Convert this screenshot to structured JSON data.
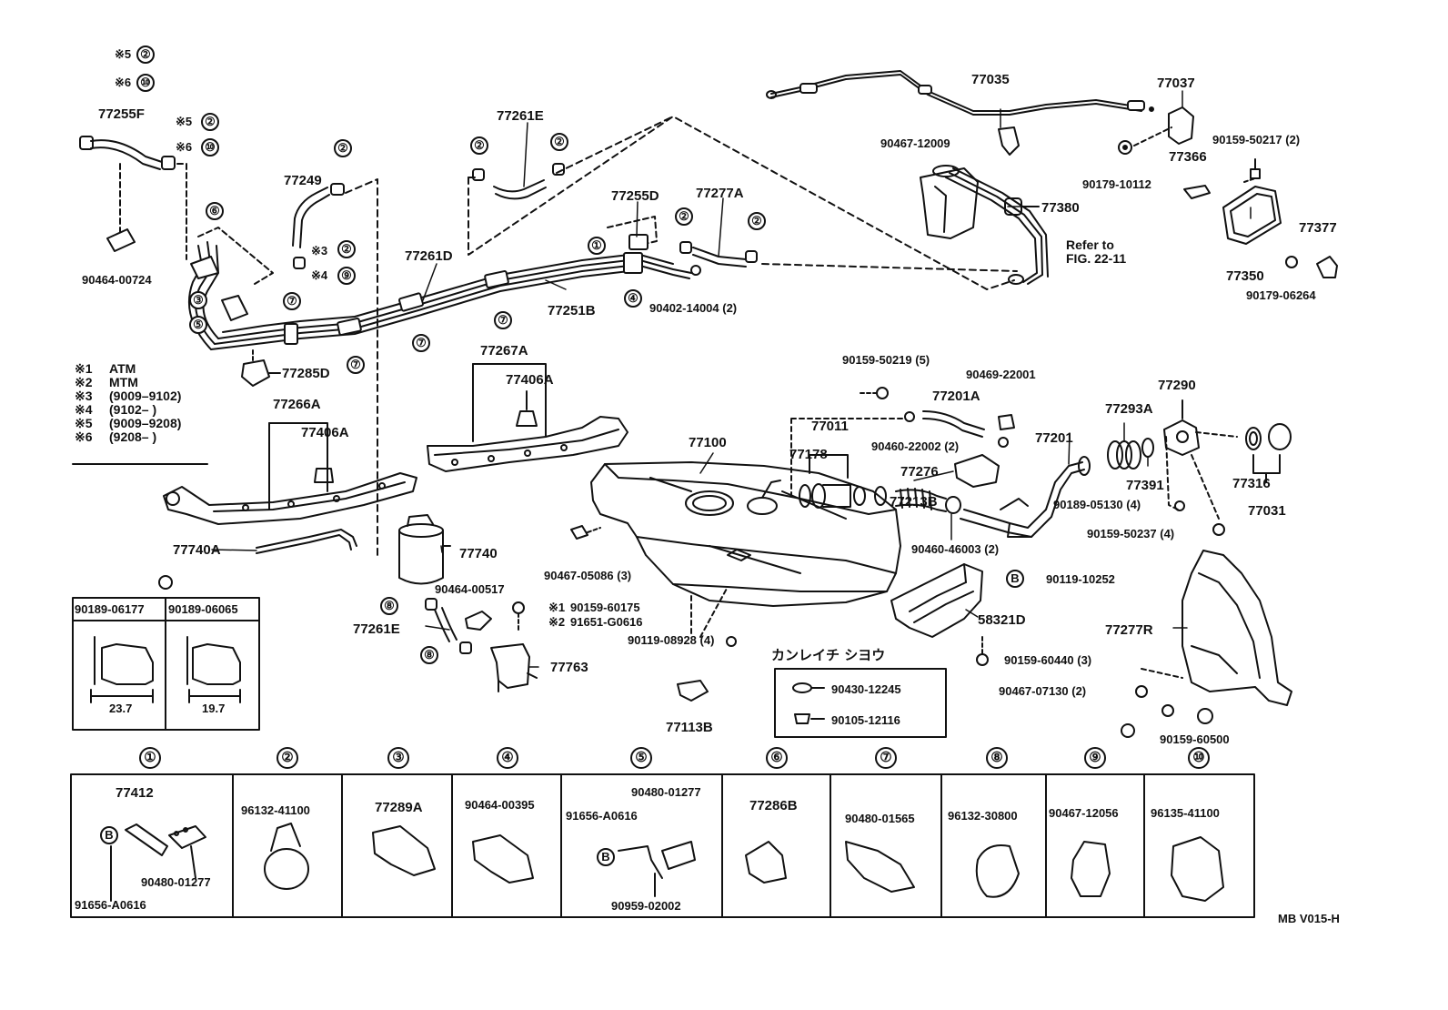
{
  "diagram_id": "MB V015-H",
  "refer_to": "Refer to\nFIG. 22-11",
  "kanreichi_title": "カンレイチ シヨウ",
  "legend": [
    {
      "mark": "※1",
      "text": "ATM"
    },
    {
      "mark": "※2",
      "text": "MTM"
    },
    {
      "mark": "※3",
      "text": "(9009–9102)"
    },
    {
      "mark": "※4",
      "text": "(9102–      )"
    },
    {
      "mark": "※5",
      "text": "(9009–9208)"
    },
    {
      "mark": "※6",
      "text": "(9208–      )"
    }
  ],
  "labels": [
    {
      "id": "l1",
      "text": "77035"
    },
    {
      "id": "l2",
      "text": "77037"
    },
    {
      "id": "l3",
      "text": "90467-12009"
    },
    {
      "id": "l4",
      "text": "90159-50217 (2)"
    },
    {
      "id": "l5",
      "text": "90179-10112"
    },
    {
      "id": "l6",
      "text": "77366"
    },
    {
      "id": "l7",
      "text": "77380"
    },
    {
      "id": "l8",
      "text": "77377"
    },
    {
      "id": "l9",
      "text": "77350"
    },
    {
      "id": "l10",
      "text": "90179-06264"
    },
    {
      "id": "l11",
      "text": "77255F"
    },
    {
      "id": "l12",
      "text": "77261E"
    },
    {
      "id": "l13",
      "text": "77249"
    },
    {
      "id": "l14",
      "text": "77255D"
    },
    {
      "id": "l15",
      "text": "77277A"
    },
    {
      "id": "l16",
      "text": "90464-00724"
    },
    {
      "id": "l17",
      "text": "77261D"
    },
    {
      "id": "l18",
      "text": "77251B"
    },
    {
      "id": "l19",
      "text": "90402-14004 (2)"
    },
    {
      "id": "l20",
      "text": "77285D"
    },
    {
      "id": "l21",
      "text": "77267A"
    },
    {
      "id": "l22",
      "text": "77406A"
    },
    {
      "id": "l23",
      "text": "77266A"
    },
    {
      "id": "l24",
      "text": "77406A"
    },
    {
      "id": "l25",
      "text": "77740A"
    },
    {
      "id": "l26",
      "text": "77740"
    },
    {
      "id": "l27",
      "text": "90464-00517"
    },
    {
      "id": "l28",
      "text": "90159-60175"
    },
    {
      "id": "l29",
      "text": "91651-G0616"
    },
    {
      "id": "l30",
      "text": "77261E"
    },
    {
      "id": "l31",
      "text": "77763"
    },
    {
      "id": "l32",
      "text": "90189-06177"
    },
    {
      "id": "l33",
      "text": "90189-06065"
    },
    {
      "id": "l34",
      "text": "23.7"
    },
    {
      "id": "l35",
      "text": "19.7"
    },
    {
      "id": "l36",
      "text": "90159-50219 (5)"
    },
    {
      "id": "l37",
      "text": "90469-22001"
    },
    {
      "id": "l38",
      "text": "77201A"
    },
    {
      "id": "l39",
      "text": "77011"
    },
    {
      "id": "l40",
      "text": "77178"
    },
    {
      "id": "l41",
      "text": "90460-22002 (2)"
    },
    {
      "id": "l42",
      "text": "77100"
    },
    {
      "id": "l43",
      "text": "77201"
    },
    {
      "id": "l44",
      "text": "77293A"
    },
    {
      "id": "l45",
      "text": "77290"
    },
    {
      "id": "l46",
      "text": "77276"
    },
    {
      "id": "l47",
      "text": "77213B"
    },
    {
      "id": "l48",
      "text": "77391"
    },
    {
      "id": "l49",
      "text": "90189-05130 (4)"
    },
    {
      "id": "l50",
      "text": "77316"
    },
    {
      "id": "l51",
      "text": "77031"
    },
    {
      "id": "l52",
      "text": "90159-50237 (4)"
    },
    {
      "id": "l53",
      "text": "90460-46003 (2)"
    },
    {
      "id": "l54",
      "text": "90467-05086 (3)"
    },
    {
      "id": "l55",
      "text": "90119-10252"
    },
    {
      "id": "l56",
      "text": "58321D"
    },
    {
      "id": "l57",
      "text": "90119-08928 (4)"
    },
    {
      "id": "l58",
      "text": "90159-60440 (3)"
    },
    {
      "id": "l59",
      "text": "77277R"
    },
    {
      "id": "l60",
      "text": "90430-12245"
    },
    {
      "id": "l61",
      "text": "90105-12116"
    },
    {
      "id": "l62",
      "text": "77113B"
    },
    {
      "id": "l63",
      "text": "90467-07130 (2)"
    },
    {
      "id": "l64",
      "text": "90159-60500"
    },
    {
      "id": "l65",
      "text": "77412"
    },
    {
      "id": "l66",
      "text": "96132-41100"
    },
    {
      "id": "l67",
      "text": "77289A"
    },
    {
      "id": "l68",
      "text": "90464-00395"
    },
    {
      "id": "l69",
      "text": "90480-01277"
    },
    {
      "id": "l70",
      "text": "91656-A0616"
    },
    {
      "id": "l71",
      "text": "77286B"
    },
    {
      "id": "l72",
      "text": "90480-01565"
    },
    {
      "id": "l73",
      "text": "96132-30800"
    },
    {
      "id": "l74",
      "text": "90467-12056"
    },
    {
      "id": "l75",
      "text": "96135-41100"
    },
    {
      "id": "l76",
      "text": "90480-01277"
    },
    {
      "id": "l77",
      "text": "91656-A0616"
    },
    {
      "id": "l78",
      "text": "90959-02002"
    },
    {
      "id": "l79",
      "text": "※5"
    },
    {
      "id": "l80",
      "text": "※6"
    },
    {
      "id": "l81",
      "text": "※5"
    },
    {
      "id": "l82",
      "text": "※6"
    },
    {
      "id": "l83",
      "text": "※3"
    },
    {
      "id": "l84",
      "text": "※4"
    },
    {
      "id": "l85",
      "text": "※1"
    },
    {
      "id": "l86",
      "text": "※2"
    }
  ],
  "callouts": [
    {
      "id": "c1",
      "n": "②"
    },
    {
      "id": "c2",
      "n": "⑩"
    },
    {
      "id": "c3",
      "n": "②"
    },
    {
      "id": "c4",
      "n": "⑩"
    },
    {
      "id": "c5",
      "n": "②"
    },
    {
      "id": "c6",
      "n": "②"
    },
    {
      "id": "c7",
      "n": "②"
    },
    {
      "id": "c8",
      "n": "②"
    },
    {
      "id": "c9",
      "n": "⑥"
    },
    {
      "id": "c10",
      "n": "②"
    },
    {
      "id": "c11",
      "n": "⑨"
    },
    {
      "id": "c12",
      "n": "③"
    },
    {
      "id": "c13",
      "n": "⑤"
    },
    {
      "id": "c14",
      "n": "⑦"
    },
    {
      "id": "c15",
      "n": "⑦"
    },
    {
      "id": "c16",
      "n": "⑦"
    },
    {
      "id": "c17",
      "n": "⑦"
    },
    {
      "id": "c18",
      "n": "①"
    },
    {
      "id": "c19",
      "n": "④"
    },
    {
      "id": "c20",
      "n": "②"
    },
    {
      "id": "c21",
      "n": "②"
    },
    {
      "id": "c22",
      "n": "⑧"
    },
    {
      "id": "c23",
      "n": "⑧"
    },
    {
      "id": "c24",
      "n": "B"
    },
    {
      "id": "c25",
      "n": "B"
    },
    {
      "id": "c26",
      "n": "B"
    }
  ],
  "table_headers": [
    "①",
    "②",
    "③",
    "④",
    "⑤",
    "⑥",
    "⑦",
    "⑧",
    "⑨",
    "⑩"
  ]
}
